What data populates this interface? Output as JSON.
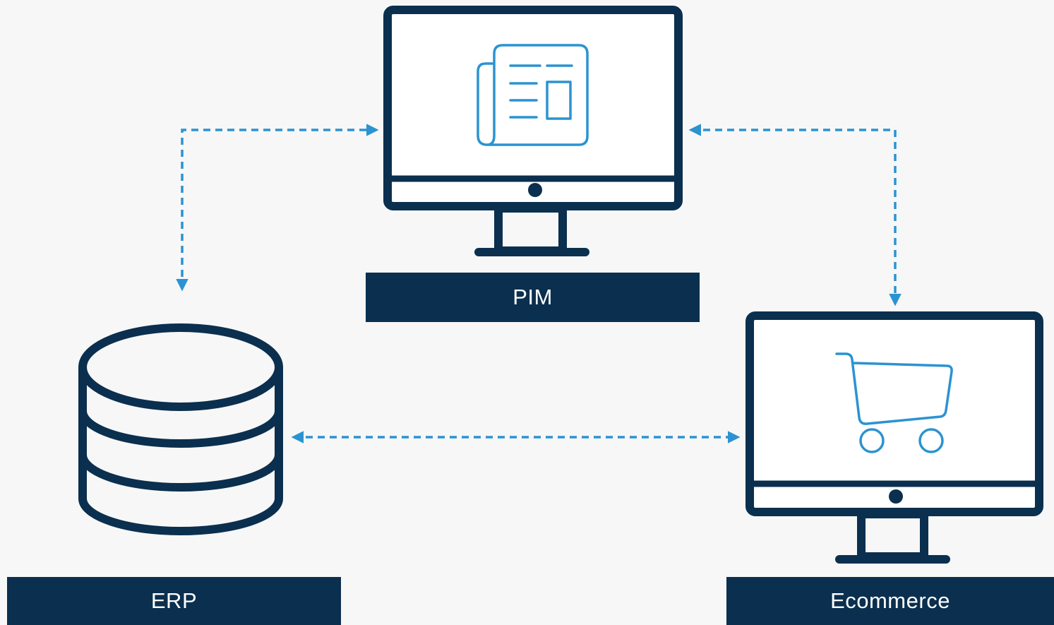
{
  "nodes": {
    "pim": {
      "label": "PIM",
      "icon": "newspaper-icon"
    },
    "erp": {
      "label": "ERP",
      "icon": "database-icon"
    },
    "ecommerce": {
      "label": "Ecommerce",
      "icon": "shopping-cart-icon"
    }
  },
  "connections": [
    {
      "from": "erp",
      "to": "pim",
      "style": "dashed",
      "direction": "bidirectional"
    },
    {
      "from": "pim",
      "to": "ecommerce",
      "style": "dashed",
      "direction": "bidirectional"
    },
    {
      "from": "erp",
      "to": "ecommerce",
      "style": "dashed",
      "direction": "bidirectional"
    }
  ],
  "colors": {
    "background": "#f7f7f7",
    "outline": "#0b2f4e",
    "accent": "#2b93d1",
    "label_bg": "#0b2f4e",
    "label_text": "#ffffff"
  }
}
